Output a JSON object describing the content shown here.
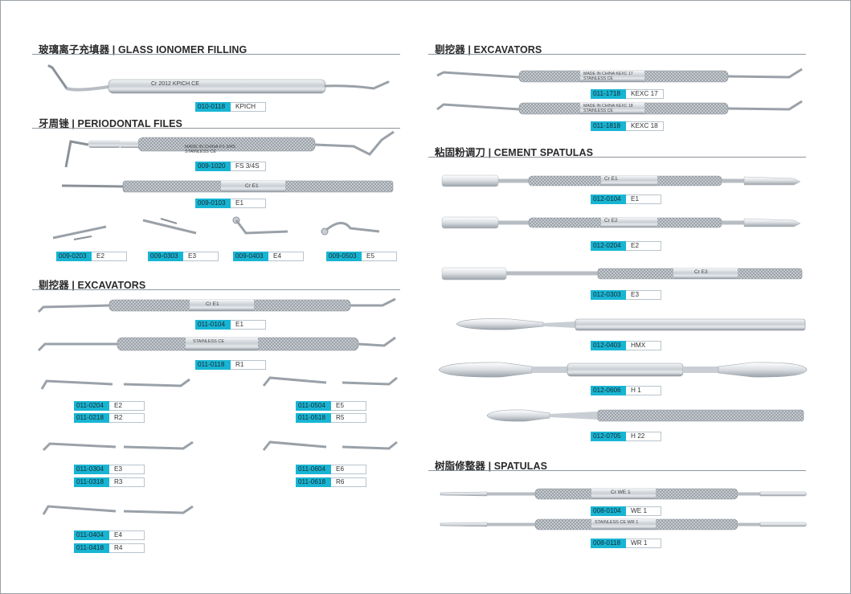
{
  "colors": {
    "tag_fill": "#18b5d3",
    "steel": "#cfd4d9",
    "rule": "#8e959c"
  },
  "sections": {
    "glass": "玻璃离子充填器 | GLASS IONOMER FILLING",
    "perio": "牙周锉 | PERIODONTAL FILES",
    "excav_left": "剔挖器 | EXCAVATORS",
    "excav_right": "剔挖器 | EXCAVATORS",
    "cement": "粘固粉调刀 | CEMENT SPATULAS",
    "spatulas": "树脂修整器 | SPATULAS"
  },
  "engravings": {
    "kpich": "Cr  2012  KPICH  CE",
    "fs": "MADE IN CHINA  FS 3/4S  STAINLESS CE",
    "e1_perio": "Cr     E1",
    "e1_excav": "Cr     E1",
    "r1_excav": "STAINLESS  CE",
    "kexc17": "MADE IN CHINA  KEXC 17  STAINLESS CE",
    "kexc18": "MADE IN CHINA  KEXC 18  STAINLESS CE",
    "c_e1": "Cr     E1",
    "c_e2": "Cr     E2",
    "c_e3": "Cr     E3",
    "we1": "Cr   WE 1",
    "wr1": "STAINLESS  CE   WR 1"
  },
  "items": {
    "kpich": {
      "code": "010-0118",
      "model": "KPICH"
    },
    "fs34s": {
      "code": "009-1020",
      "model": "FS 3/4S"
    },
    "p_e1": {
      "code": "009-0103",
      "model": "E1"
    },
    "p_e2": {
      "code": "009-0203",
      "model": "E2"
    },
    "p_e3": {
      "code": "009-0303",
      "model": "E3"
    },
    "p_e4": {
      "code": "009-0403",
      "model": "E4"
    },
    "p_e5": {
      "code": "009-0503",
      "model": "E5"
    },
    "x_e1": {
      "code": "011-0104",
      "model": "E1"
    },
    "x_r1": {
      "code": "011-0118",
      "model": "R1"
    },
    "x_e2": {
      "code": "011-0204",
      "model": "E2"
    },
    "x_r2": {
      "code": "011-0218",
      "model": "R2"
    },
    "x_e3": {
      "code": "011-0304",
      "model": "E3"
    },
    "x_r3": {
      "code": "011-0318",
      "model": "R3"
    },
    "x_e4": {
      "code": "011-0404",
      "model": "E4"
    },
    "x_r4": {
      "code": "011-0418",
      "model": "R4"
    },
    "x_e5": {
      "code": "011-0504",
      "model": "E5"
    },
    "x_r5": {
      "code": "011-0518",
      "model": "R5"
    },
    "x_e6": {
      "code": "011-0604",
      "model": "E6"
    },
    "x_r6": {
      "code": "011-0618",
      "model": "R6"
    },
    "kexc17": {
      "code": "011-1718",
      "model": "KEXC 17"
    },
    "kexc18": {
      "code": "011-1818",
      "model": "KEXC 18"
    },
    "c_e1": {
      "code": "012-0104",
      "model": "E1"
    },
    "c_e2": {
      "code": "012-0204",
      "model": "E2"
    },
    "c_e3": {
      "code": "012-0303",
      "model": "E3"
    },
    "c_hmx": {
      "code": "012-0403",
      "model": "HMX"
    },
    "c_h1": {
      "code": "012-0606",
      "model": "H 1"
    },
    "c_h22": {
      "code": "012-0705",
      "model": "H 22"
    },
    "s_we1": {
      "code": "008-0104",
      "model": "WE 1"
    },
    "s_wr1": {
      "code": "008-0118",
      "model": "WR 1"
    }
  }
}
